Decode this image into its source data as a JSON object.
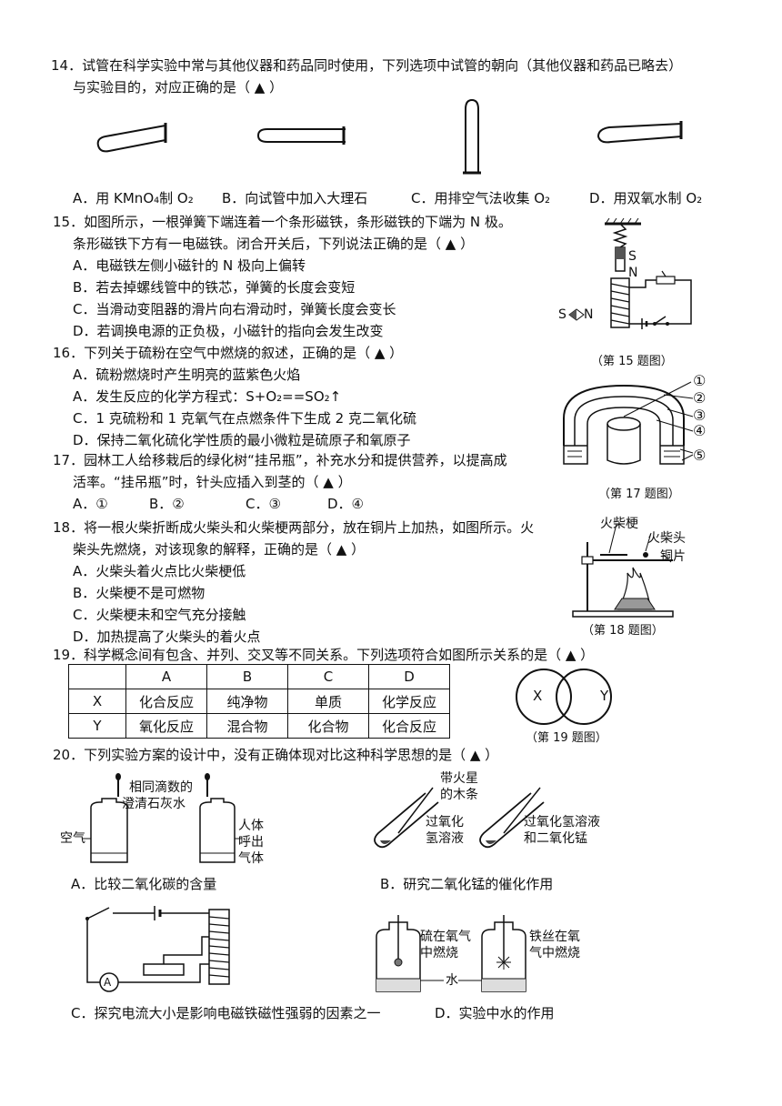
{
  "q14": {
    "stem_line1": "14．试管在科学实验中常与其他仪器和药品同时使用，下列选项中试管的朝向（其他仪器和药品已略去）",
    "stem_line2": "与实验目的，对应正确的是（ ▲ ）",
    "options": [
      "A．用 KMnO₄制 O₂",
      "B．向试管中加入大理石",
      "C．用排空气法收集 O₂",
      "D．用双氧水制 O₂"
    ]
  },
  "q15": {
    "stem_line1": "15．如图所示，一根弹簧下端连着一个条形磁铁，条形磁铁的下端为 N 极。",
    "stem_line2": "条形磁铁下方有一电磁铁。闭合开关后，下列说法正确的是（ ▲ ）",
    "options": [
      "A．电磁铁左侧小磁针的 N 极向上偏转",
      "B．若去掉螺线管中的铁芯，弹簧的长度会变短",
      "C．当滑动变阻器的滑片向右滑动时，弹簧长度会变长",
      "D．若调换电源的正负极，小磁针的指向会发生改变"
    ],
    "figure": {
      "label_s": "S",
      "label_n": "N",
      "needle_s": "S",
      "needle_n": "N",
      "caption": "（第 15 题图）"
    }
  },
  "q16": {
    "stem": "16．下列关于硫粉在空气中燃烧的叙述，正确的是（ ▲ ）",
    "options": [
      "A．硫粉燃烧时产生明亮的蓝紫色火焰",
      "A．发生反应的化学方程式：S+O₂==SO₂↑",
      "C．1 克硫粉和 1 克氧气在点燃条件下生成 2 克二氧化硫",
      "D．保持二氧化硫化学性质的最小微粒是硫原子和氧原子"
    ]
  },
  "q17": {
    "stem_line1": "17．园林工人给移栽后的绿化树“挂吊瓶”，补充水分和提供营养，以提高成",
    "stem_line2": "活率。“挂吊瓶”时，针头应插入到茎的（ ▲ ）",
    "options": [
      "A．①",
      "B．②",
      "C．③",
      "D．④"
    ],
    "figure": {
      "marks": [
        "①",
        "②",
        "③",
        "④",
        "⑤"
      ],
      "caption": "（第 17 题图）"
    }
  },
  "q18": {
    "stem_line1": "18．将一根火柴折断成火柴头和火柴梗两部分，放在铜片上加热，如图所示。火",
    "stem_line2": "柴头先燃烧，对该现象的解释，正确的是（ ▲ ）",
    "options": [
      "A．火柴头着火点比火柴梗低",
      "B．火柴梗不是可燃物",
      "C．火柴梗未和空气充分接触",
      "D．加热提高了火柴头的着火点"
    ],
    "figure": {
      "label_stick": "火柴梗",
      "label_head": "火柴头",
      "label_copper": "铜片",
      "caption": "（第 18 题图）"
    }
  },
  "q19": {
    "stem": "19．科学概念间有包含、并列、交叉等不同关系。下列选项符合如图所示关系的是（ ▲ ）",
    "table": {
      "header": [
        "",
        "A",
        "B",
        "C",
        "D"
      ],
      "rows": [
        [
          "X",
          "化合反应",
          "纯净物",
          "单质",
          "化学反应"
        ],
        [
          "Y",
          "氧化反应",
          "混合物",
          "化合物",
          "化合反应"
        ]
      ]
    },
    "figure": {
      "x": "X",
      "y": "Y",
      "caption": "（第 19 题图）"
    }
  },
  "q20": {
    "stem": "20．下列实验方案的设计中，没有正确体现对比这种科学思想的是（ ▲ ）",
    "a": {
      "drops": "相同滴数的",
      "limewater": "澄清石灰水",
      "air": "空气",
      "exhaled1": "人体",
      "exhaled2": "呼出",
      "exhaled3": "气体",
      "caption": "A．比较二氧化碳的含量"
    },
    "b": {
      "splint1": "带火星",
      "splint2": "的木条",
      "h2o2_1": "过氧化",
      "h2o2_2": "氢溶液",
      "mix1": "过氧化氢溶液",
      "mix2": "和二氧化锰",
      "caption": "B．研究二氧化锰的催化作用"
    },
    "c": {
      "ammeter": "A",
      "caption": "C．探究电流大小是影响电磁铁磁性强弱的因素之一"
    },
    "d": {
      "sulfur1": "硫在氧气",
      "sulfur2": "中燃烧",
      "iron1": "铁丝在氧",
      "iron2": "气中燃烧",
      "water": "水",
      "caption": "D．实验中水的作用"
    }
  }
}
